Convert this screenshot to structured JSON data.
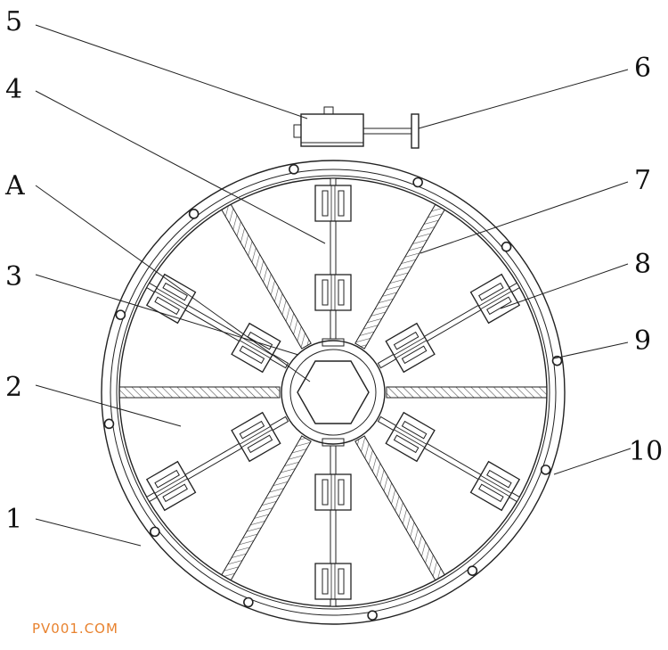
{
  "labels": {
    "l5": "5",
    "l4": "4",
    "lA": "A",
    "l3": "3",
    "l2": "2",
    "l1": "1",
    "l6": "6",
    "l7": "7",
    "l8": "8",
    "l9": "9",
    "l10": "10"
  },
  "watermark": "PV001.COM",
  "colors": {
    "line": "#222222",
    "hatch": "#555555",
    "watermark": "#e8822e"
  }
}
